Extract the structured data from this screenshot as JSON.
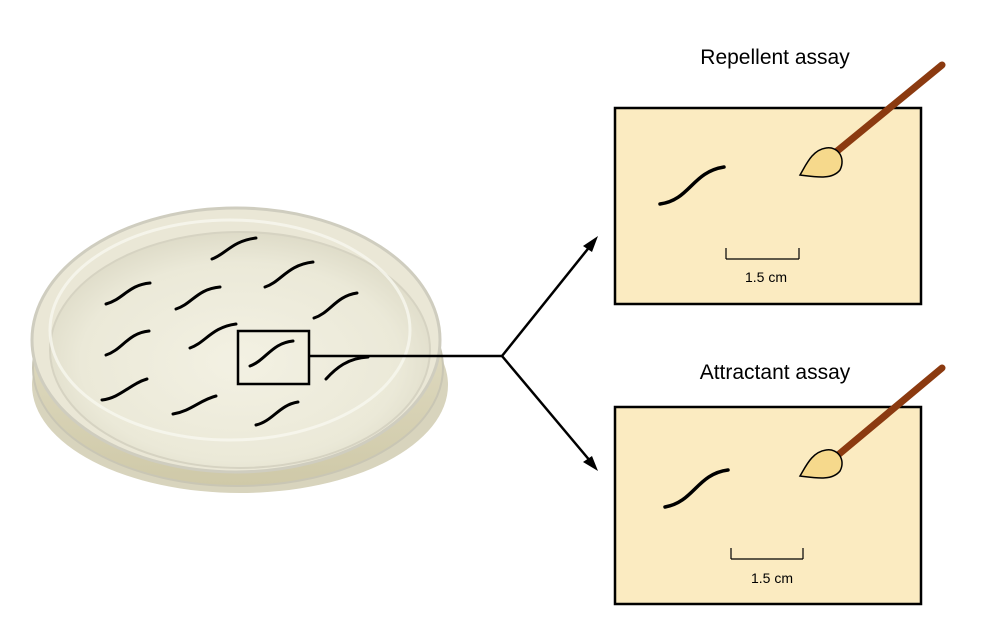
{
  "labels": {
    "repellent_title": "Repellent assay",
    "attractant_title": "Attractant assay"
  },
  "assays": [
    {
      "id": "repellent",
      "scale_bar": "1.5 cm"
    },
    {
      "id": "attractant",
      "scale_bar": "1.5 cm"
    }
  ],
  "colors": {
    "agar": "#fbebc1",
    "dish_rim": "#dedcd0",
    "worm": "#000000",
    "brush_handle": "#8b3a10",
    "brush_tip": "#f6d98c"
  }
}
